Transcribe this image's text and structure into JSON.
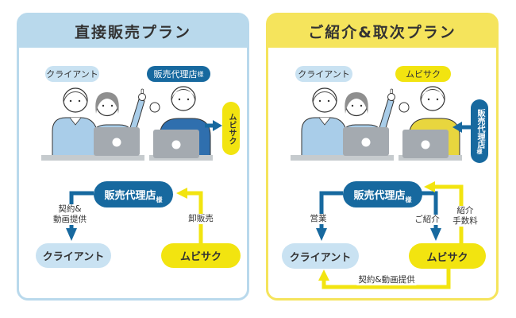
{
  "colors": {
    "blue_header": "#b9d9ec",
    "yellow_header": "#f5e45c",
    "blue_dark": "#17699f",
    "blue_light": "#c9e2f2",
    "yellow": "#f2e410",
    "sweater_blue": "#2f6fae",
    "sweater_yellow": "#e8d63e",
    "shirt_blue": "#a9cde9",
    "text_dark": "#333333"
  },
  "left": {
    "title": "直接販売プラン",
    "label_client": "クライアント",
    "label_agency": "販売代理店",
    "label_agency_suffix": "様",
    "side_pill": "ムビサク",
    "flow_top": "販売代理店",
    "flow_top_suffix": "様",
    "flow_client": "クライアント",
    "flow_movisaku": "ムビサク",
    "arrow_contract_line1": "契約&",
    "arrow_contract_line2": "動画提供",
    "arrow_wholesale": "卸販売"
  },
  "right": {
    "title": "ご紹介&取次プラン",
    "label_client": "クライアント",
    "label_movisaku": "ムビサク",
    "side_pill": "販売代理店",
    "side_pill_suffix": "様",
    "flow_top": "販売代理店",
    "flow_top_suffix": "様",
    "flow_client": "クライアント",
    "flow_movisaku": "ムビサク",
    "arrow_sales": "営業",
    "arrow_referral": "ご紹介",
    "arrow_fee_line1": "紹介",
    "arrow_fee_line2": "手数料",
    "arrow_contract": "契約&動画提供"
  }
}
